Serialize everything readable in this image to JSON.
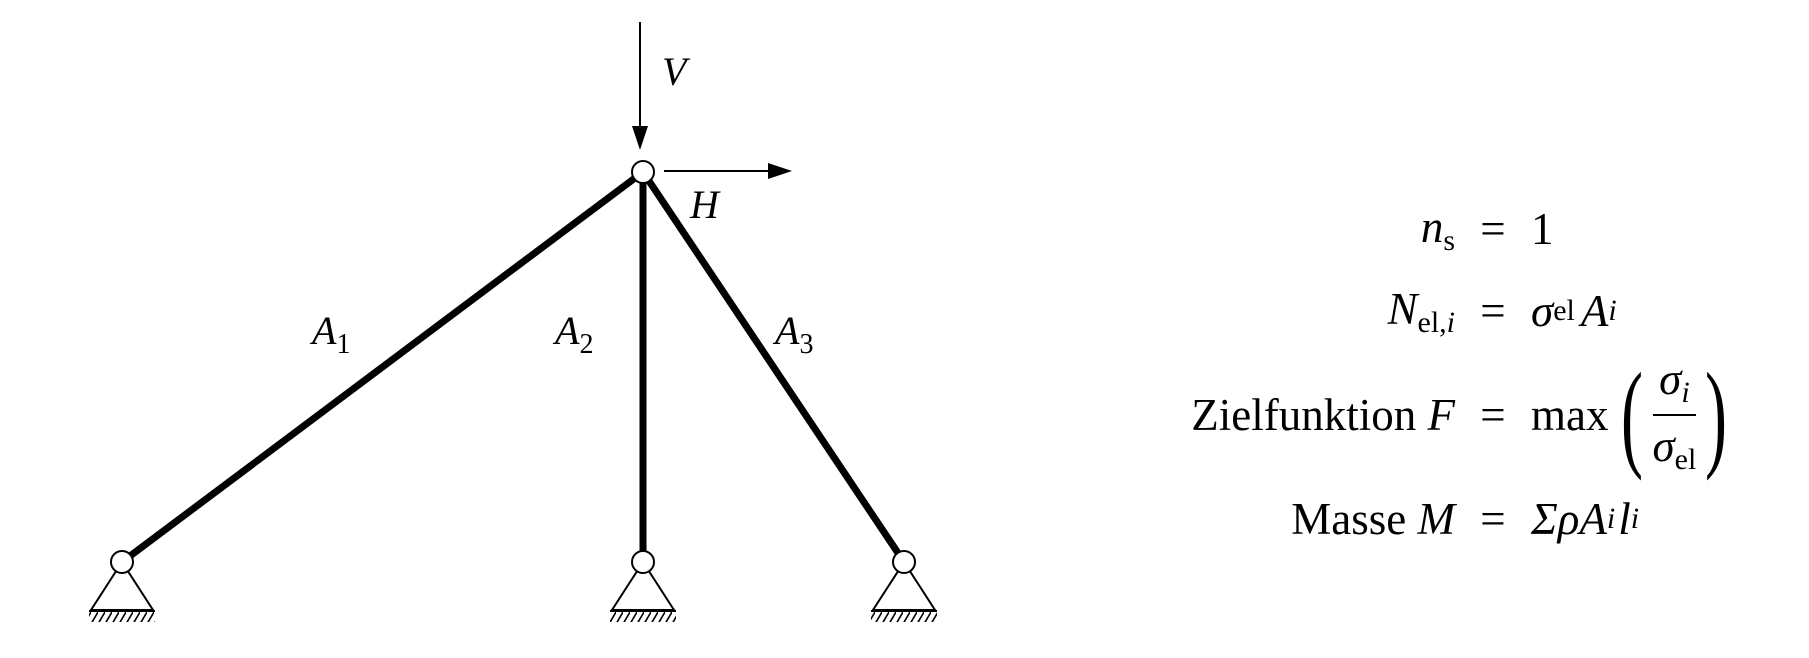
{
  "loads": {
    "vertical": "V",
    "horizontal": "H"
  },
  "bars": [
    {
      "area": "A",
      "index": "1"
    },
    {
      "area": "A",
      "index": "2"
    },
    {
      "area": "A",
      "index": "3"
    }
  ],
  "formulas": {
    "f1": {
      "lhs_sym": "n",
      "lhs_sub": "s",
      "rhs": "1"
    },
    "f2": {
      "lhs_sym": "N",
      "lhs_sub": "el,",
      "lhs_sub_i": "i",
      "rhs_sym": "σ",
      "rhs_sub": "el",
      "rhs_area": "A",
      "rhs_area_sub": "i"
    },
    "f3": {
      "word": "Zielfunktion",
      "sym": "F",
      "op": "max",
      "num_sym": "σ",
      "num_sub": "i",
      "den_sym": "σ",
      "den_sub": "el"
    },
    "f4": {
      "word": "Masse",
      "sym": "M",
      "rhs_sum": "Σρ",
      "rhs_area": "A",
      "rhs_area_sub": "i",
      "rhs_len": "l",
      "rhs_len_sub": "i"
    },
    "equals": "="
  }
}
